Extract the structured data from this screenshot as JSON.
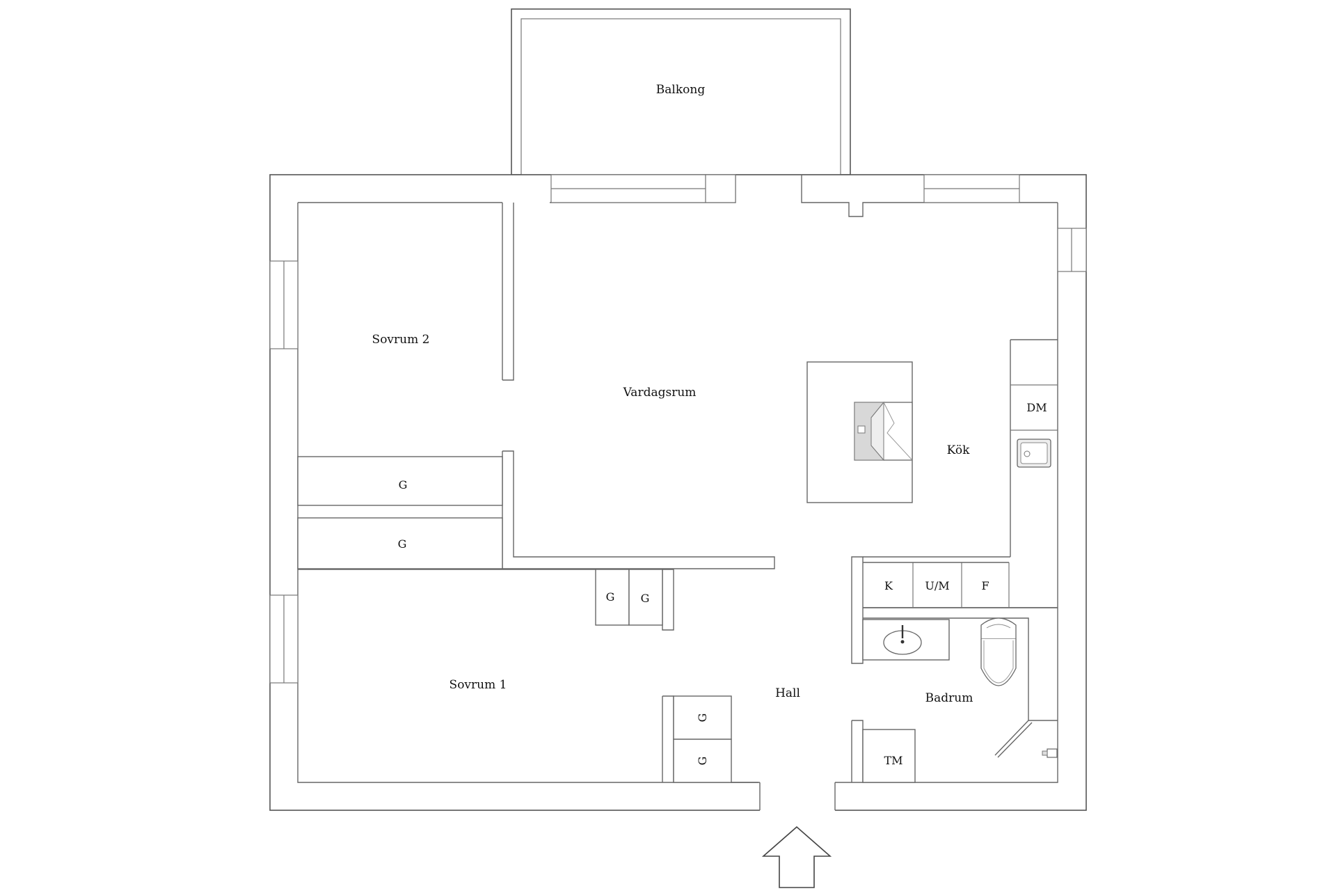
{
  "rooms": {
    "balkong": "Balkong",
    "vardagsrum": "Vardagsrum",
    "sovrum1": "Sovrum 1",
    "sovrum2": "Sovrum 2",
    "kok": "Kök",
    "hall": "Hall",
    "badrum": "Badrum"
  },
  "fixtures": {
    "dm": "DM",
    "k": "K",
    "um": "U/M",
    "f": "F",
    "tm": "TM",
    "g": "G"
  },
  "icons": {
    "entrance": "entrance-arrow-icon",
    "cooktop": "cooktop-icon",
    "kitchen_sink": "kitchen-sink-icon",
    "wash_basin": "wash-basin-icon",
    "toilet": "toilet-icon",
    "shower": "shower-icon"
  }
}
